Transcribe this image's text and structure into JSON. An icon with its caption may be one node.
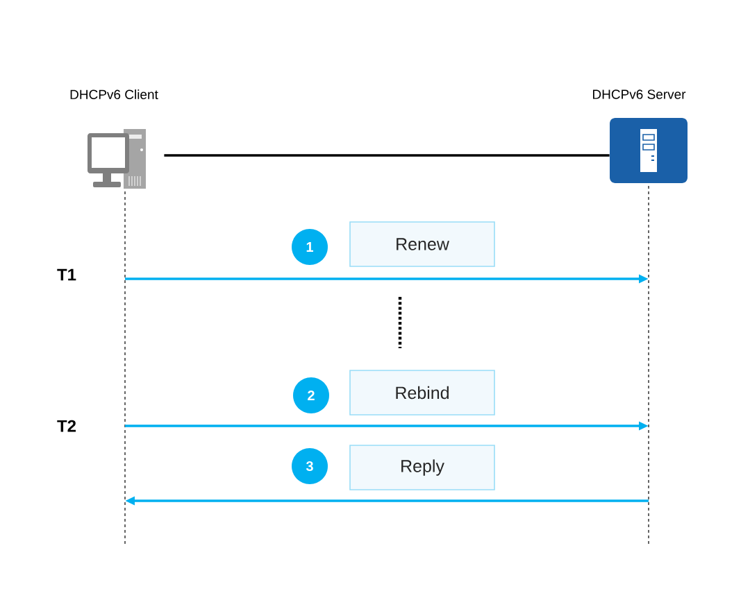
{
  "diagram": {
    "nodes": [
      {
        "text": [
          "DHCPv6 Client"
        ]
      },
      {
        "text": [
          "DHCPv6 Server"
        ]
      },
      {
        "text": [
          "1"
        ]
      },
      {
        "text": [
          "Renew"
        ]
      },
      {
        "text": [
          "2"
        ]
      },
      {
        "text": [
          "Rebind"
        ]
      },
      {
        "text": [
          "3"
        ]
      },
      {
        "text": [
          "Reply"
        ]
      }
    ],
    "edges": [
      {
        "from": 0,
        "to": 1,
        "arrow": "none",
        "color": "#000000"
      },
      {
        "from": 0,
        "to": 1,
        "arrow": "to"
      },
      {
        "from": 0,
        "to": 1,
        "arrow": "to"
      },
      {
        "from": 1,
        "to": 0,
        "arrow": "to"
      }
    ],
    "labels": [
      "T1",
      "T2"
    ]
  }
}
